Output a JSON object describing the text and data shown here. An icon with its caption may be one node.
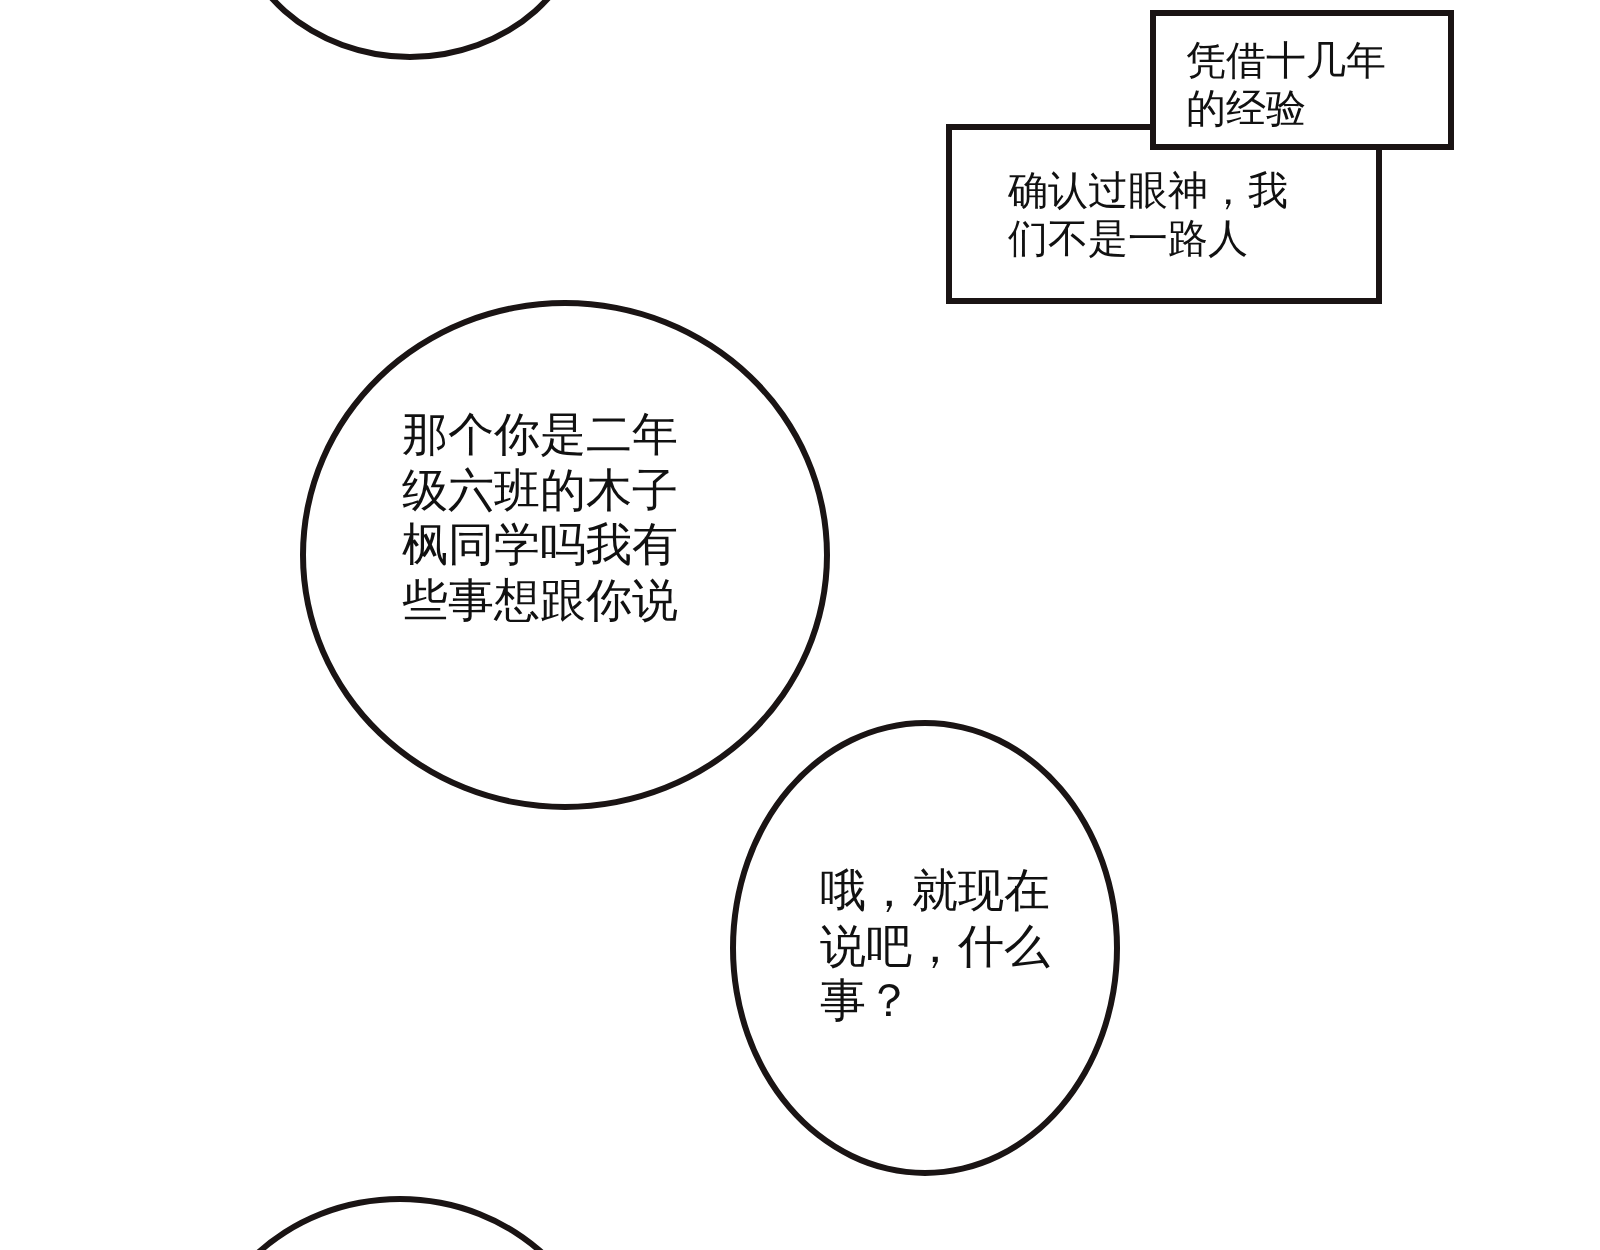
{
  "diagram": {
    "nodes": [
      {
        "text": [],
        "shape": "circle"
      },
      {
        "text": [
          "凭借十几年的经验"
        ]
      },
      {
        "text": [
          "确认过眼神，我们不是一路人"
        ]
      },
      {
        "text": [
          "那个你是二年级六班的木子枫同学吗我有些事想跟你说"
        ]
      },
      {
        "text": [
          "哦，就现在说吧，什么事？"
        ]
      },
      {
        "text": [],
        "shape": "circle"
      }
    ]
  }
}
